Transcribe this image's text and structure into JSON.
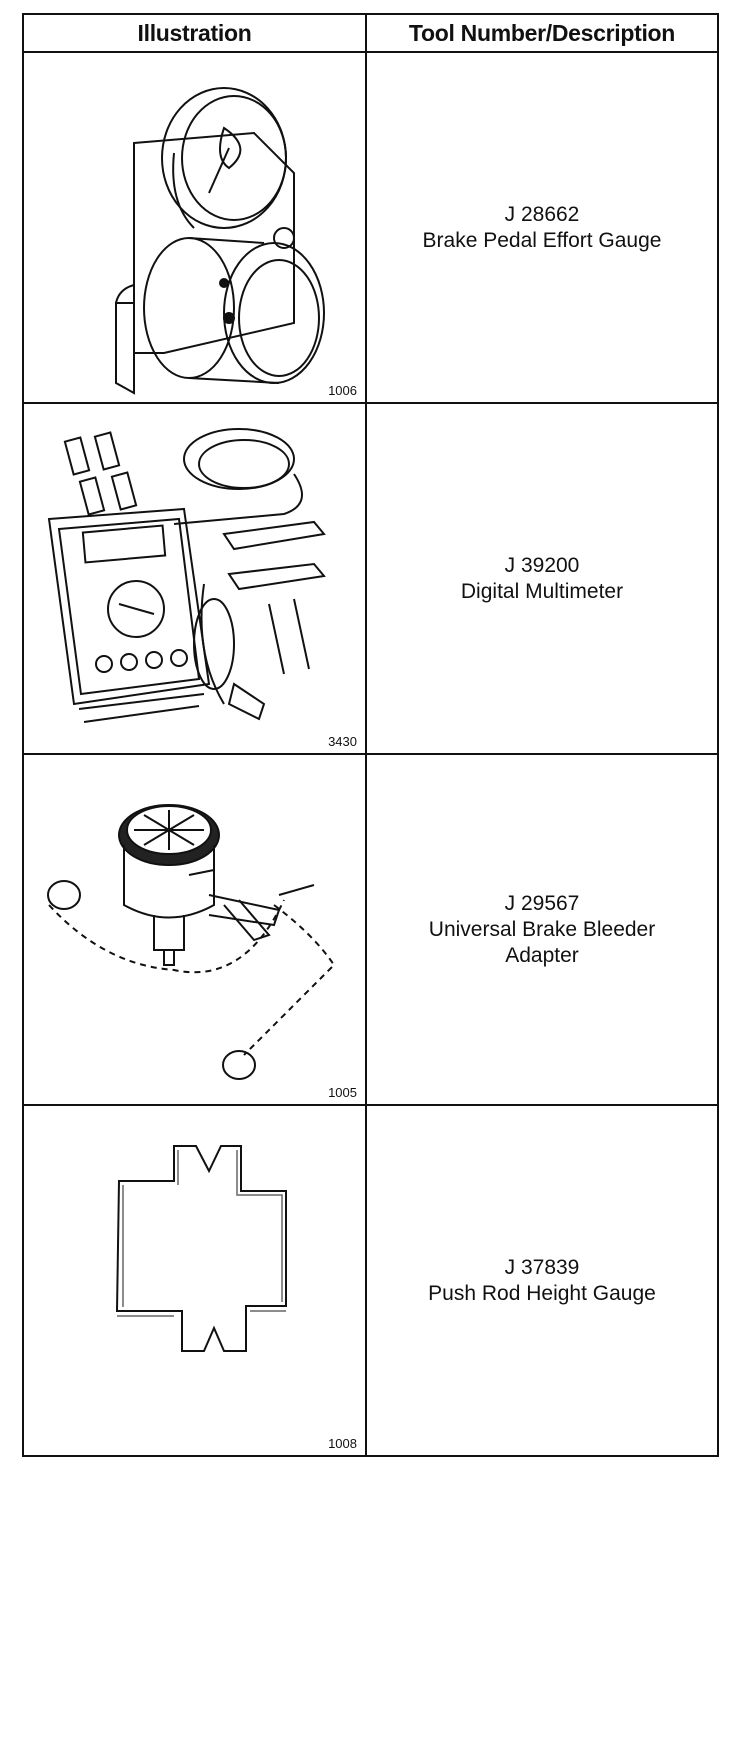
{
  "table": {
    "headers": {
      "illustration": "Illustration",
      "tool": "Tool Number/Description"
    },
    "rows": [
      {
        "figure": "1006",
        "number": "J 28662",
        "description_lines": [
          "Brake Pedal Effort Gauge"
        ]
      },
      {
        "figure": "3430",
        "number": "J 39200",
        "description_lines": [
          "Digital Multimeter"
        ]
      },
      {
        "figure": "1005",
        "number": "J 29567",
        "description_lines": [
          "Universal Brake Bleeder",
          "Adapter"
        ]
      },
      {
        "figure": "1008",
        "number": "J 37839",
        "description_lines": [
          "Push Rod Height Gauge"
        ]
      }
    ]
  }
}
